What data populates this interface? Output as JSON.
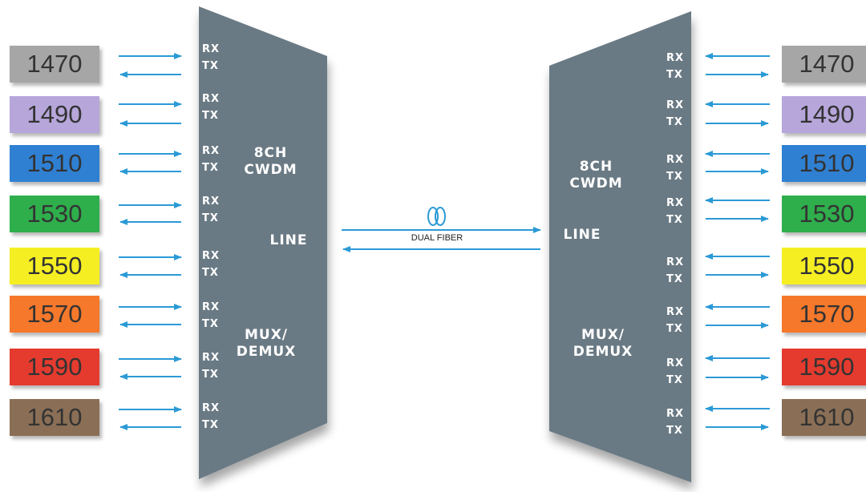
{
  "channels": [
    {
      "label": "1470",
      "color": "#a6a6a6"
    },
    {
      "label": "1490",
      "color": "#b6a6da"
    },
    {
      "label": "1510",
      "color": "#2f80d2"
    },
    {
      "label": "1530",
      "color": "#2fae4c"
    },
    {
      "label": "1550",
      "color": "#f5ee23"
    },
    {
      "label": "1570",
      "color": "#f5782b"
    },
    {
      "label": "1590",
      "color": "#e53b2f"
    },
    {
      "label": "1610",
      "color": "#8a6f56"
    }
  ],
  "port_labels": {
    "rx": "RX",
    "tx": "TX"
  },
  "left_mux": {
    "title": "8CH\nCWDM",
    "line": "LINE",
    "function": "MUX/\nDEMUX"
  },
  "right_mux": {
    "title": "8CH\nCWDM",
    "line": "LINE",
    "function": "MUX/\nDEMUX"
  },
  "fiber_label": "DUAL FIBER",
  "colors": {
    "mux_body": "#6b7a84",
    "arrow": "#2b9ad6",
    "port_text": "#ffffff"
  }
}
